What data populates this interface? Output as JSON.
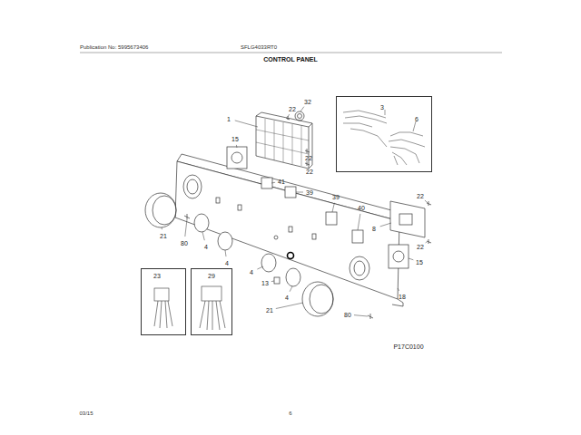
{
  "diagram": {
    "title": "CONTROL PANEL",
    "nodes": [
      {
        "text": [
          "3",
          "6"
        ]
      },
      {
        "text": [
          "23"
        ]
      },
      {
        "text": [
          "29"
        ]
      }
    ],
    "labels": [
      "Publication No: 5995673406",
      "SFLG4033RT0",
      "1",
      "32",
      "22",
      "15",
      "22",
      "22",
      "41",
      "39",
      "39",
      "40",
      "22",
      "8",
      "22",
      "15",
      "21",
      "80",
      "4",
      "4",
      "4",
      "13",
      "4",
      "21",
      "80",
      "18",
      "P17C0100",
      "03/15",
      "6"
    ]
  }
}
